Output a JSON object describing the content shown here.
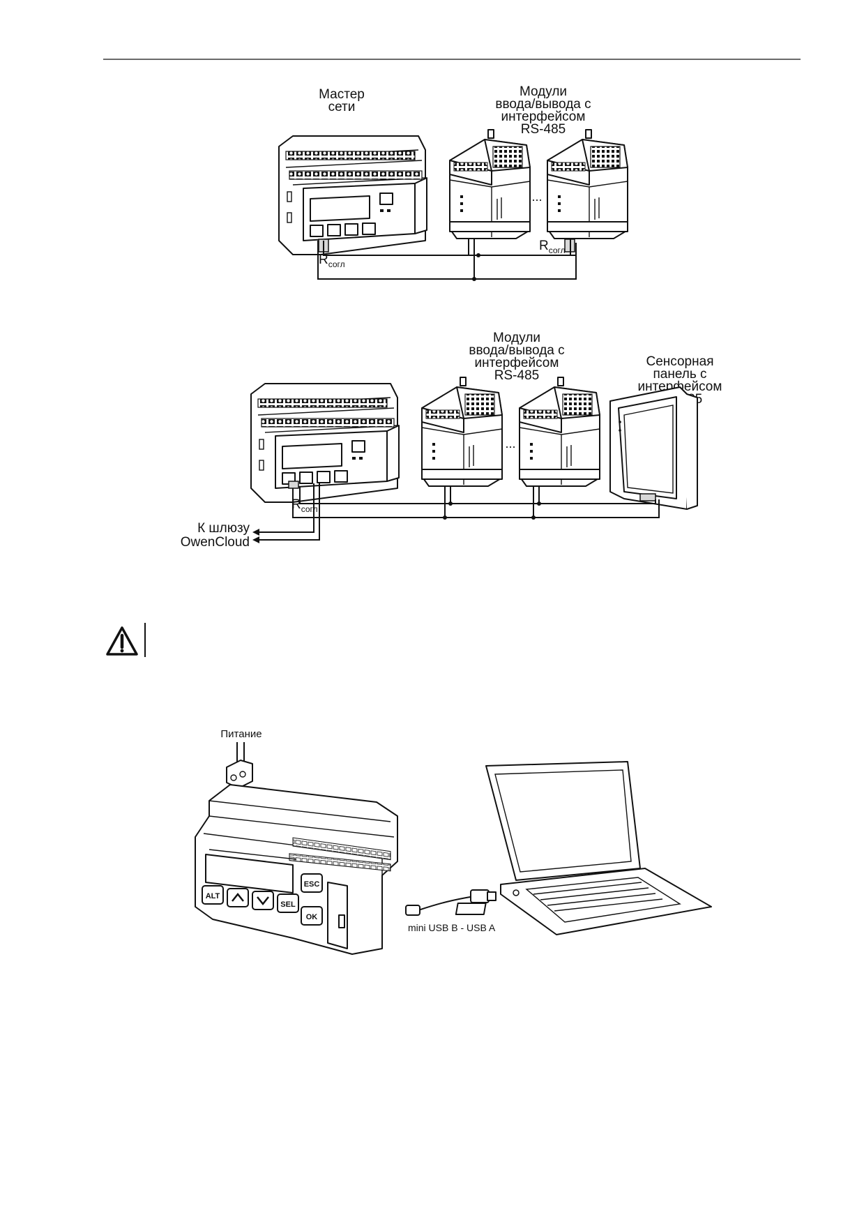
{
  "diagram1": {
    "master_label": [
      "Мастер",
      "сети"
    ],
    "modules_label": [
      "Модули",
      "ввода/вывода с",
      "интерфейсом",
      "RS-485"
    ],
    "ellipsis": "...",
    "r_main": "R",
    "r_sub": "согл"
  },
  "diagram2": {
    "modules_label": [
      "Модули",
      "ввода/вывода с",
      "интерфейсом",
      "RS-485"
    ],
    "panel_label": [
      "Сенсорная",
      "панель с",
      "интерфейсом",
      "RS-485"
    ],
    "gateway_label": [
      "К шлюзу",
      "OwenCloud"
    ],
    "ellipsis": "...",
    "r_main": "R",
    "r_sub": "согл"
  },
  "warning": {
    "icon": "warning-triangle-icon"
  },
  "diagram3": {
    "power_label": "Питание",
    "cable_label": "mini USB B - USB A",
    "keys": {
      "alt": "ALT",
      "esc": "ESC",
      "sel": "SEL",
      "ok": "OK"
    }
  }
}
